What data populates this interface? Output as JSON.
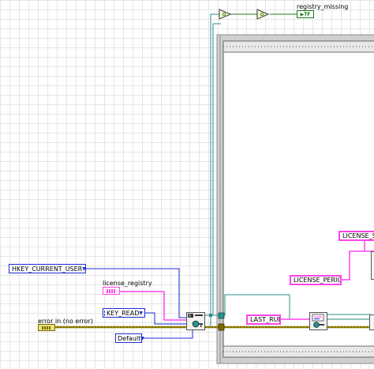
{
  "diagram": {
    "indicators": {
      "registry_missing": {
        "label": "registry_missing",
        "terminal_text": "▶TF"
      }
    },
    "controls": {
      "error_in": {
        "label": "error in (no error)"
      },
      "license_registry": {
        "label": "license_registry"
      }
    },
    "constants": {
      "hkey": "HKEY_CURRENT_USER",
      "key_access": "KEY_READ",
      "default": "Default",
      "last_run": "LAST_RUN",
      "license_period": "LICENSE_PERIOD",
      "license_st": "LICENSE_ST"
    },
    "colors": {
      "enum_wire": "#1c2bd6",
      "string_wire": "#ff44ee",
      "error_wire": "#7a6a00",
      "ref_wire": "#2a8f8a",
      "bool_wire": "#1a7a1a",
      "frame": "#8c8c8c"
    }
  }
}
